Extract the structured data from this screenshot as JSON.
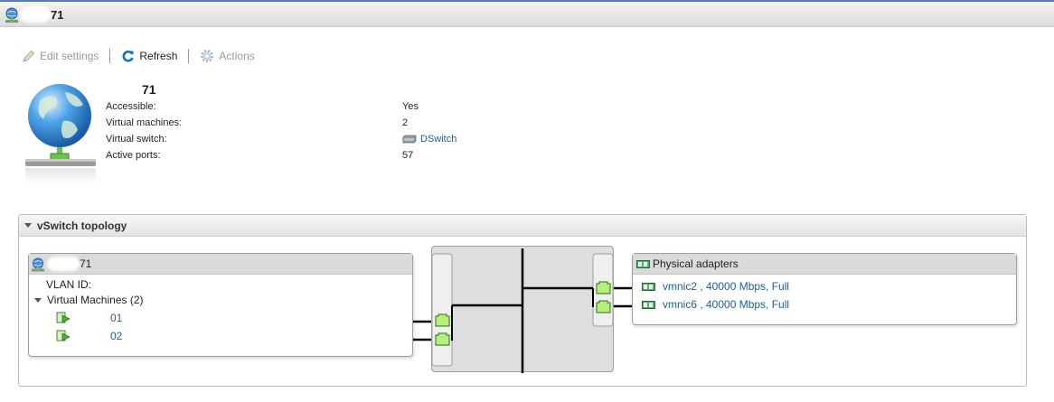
{
  "window": {
    "title_suffix": "71",
    "icon": "port-group-icon"
  },
  "toolbar": {
    "edit_label": "Edit settings",
    "refresh_label": "Refresh",
    "actions_label": "Actions"
  },
  "network": {
    "name": "71",
    "icon": "globe-network-icon",
    "properties": [
      {
        "label": "Accessible:",
        "value": "Yes"
      },
      {
        "label": "Virtual machines:",
        "value": "2"
      },
      {
        "label": "Virtual switch:",
        "value": "DSwitch"
      },
      {
        "label": "Active ports:",
        "value": "57"
      }
    ]
  },
  "topology": {
    "panel_title": "vSwitch topology",
    "port_group": {
      "name_suffix": "71",
      "vlan_label": "VLAN ID:",
      "vm_group_label": "Virtual Machines (2)",
      "vms": [
        {
          "name": "01"
        },
        {
          "name": "02"
        }
      ]
    },
    "physical_adapters": {
      "title": "Physical adapters",
      "nics": [
        {
          "label": "vmnic2 , 40000 Mbps, Full"
        },
        {
          "label": "vmnic6 , 40000 Mbps, Full"
        }
      ]
    }
  },
  "colors": {
    "link": "#1c5d9c",
    "port_green": "#b6f07a",
    "header_blue": "#5a7bb5"
  }
}
